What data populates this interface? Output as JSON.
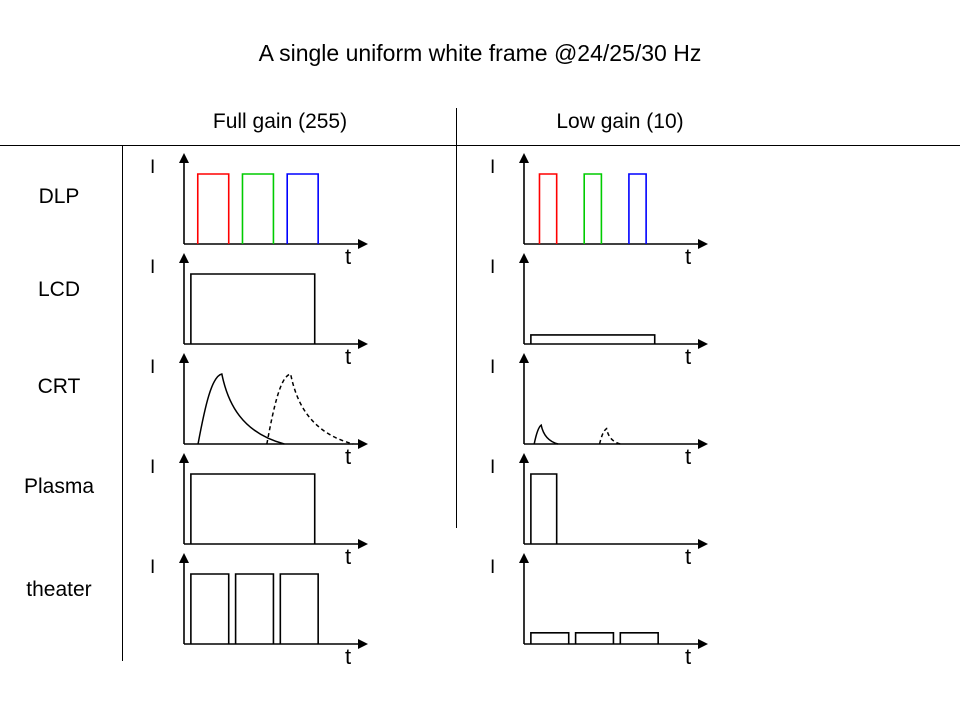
{
  "title": "A single uniform white frame @24/25/30 Hz",
  "columns": [
    {
      "id": "full",
      "label": "Full gain (255)"
    },
    {
      "id": "low",
      "label": "Low gain (10)"
    }
  ],
  "axis": {
    "y_label": "I",
    "x_label": "t"
  },
  "colors": {
    "red": "#ff0000",
    "green": "#00cc00",
    "blue": "#0000ff",
    "black": "#000000"
  },
  "rows": [
    {
      "id": "dlp",
      "label": "DLP"
    },
    {
      "id": "lcd",
      "label": "LCD"
    },
    {
      "id": "crt",
      "label": "CRT"
    },
    {
      "id": "plasma",
      "label": "Plasma"
    },
    {
      "id": "theater",
      "label": "theater"
    }
  ],
  "chart_data": {
    "type": "line",
    "title": "A single uniform white frame @24/25/30 Hz",
    "xlabel": "t",
    "ylabel": "I",
    "grid": false,
    "legend": "none",
    "xlim": [
      0,
      100
    ],
    "ylim": [
      0,
      100
    ],
    "description": "Ten small intensity-vs-time waveform plots arranged as a 5-row (display technology) by 2-column (gain level) grid.",
    "panels": [
      {
        "row": "DLP",
        "column": "Full gain (255)",
        "shape": "pulse-train",
        "pulses": [
          {
            "x_start": 8,
            "x_end": 26,
            "height": 100,
            "color": "#ff0000"
          },
          {
            "x_start": 34,
            "x_end": 52,
            "height": 100,
            "color": "#00cc00"
          },
          {
            "x_start": 60,
            "x_end": 78,
            "height": 100,
            "color": "#0000ff"
          }
        ]
      },
      {
        "row": "DLP",
        "column": "Low gain (10)",
        "shape": "pulse-train",
        "pulses": [
          {
            "x_start": 9,
            "x_end": 19,
            "height": 100,
            "color": "#ff0000"
          },
          {
            "x_start": 35,
            "x_end": 45,
            "height": 100,
            "color": "#00cc00"
          },
          {
            "x_start": 61,
            "x_end": 71,
            "height": 100,
            "color": "#0000ff"
          }
        ]
      },
      {
        "row": "LCD",
        "column": "Full gain (255)",
        "shape": "pulse-train",
        "pulses": [
          {
            "x_start": 4,
            "x_end": 76,
            "height": 100,
            "color": "#000000"
          }
        ]
      },
      {
        "row": "LCD",
        "column": "Low gain (10)",
        "shape": "pulse-train",
        "pulses": [
          {
            "x_start": 4,
            "x_end": 76,
            "height": 13,
            "color": "#000000"
          }
        ]
      },
      {
        "row": "CRT",
        "column": "Full gain (255)",
        "shape": "decay-spike",
        "spikes": [
          {
            "x_peak": 22,
            "height": 100,
            "style": "solid",
            "color": "#000000"
          },
          {
            "x_peak": 62,
            "height": 100,
            "style": "dashed",
            "color": "#000000"
          }
        ]
      },
      {
        "row": "CRT",
        "column": "Low gain (10)",
        "shape": "decay-spike",
        "spikes": [
          {
            "x_peak": 10,
            "height": 27,
            "style": "solid",
            "color": "#000000"
          },
          {
            "x_peak": 48,
            "height": 22,
            "style": "dashed",
            "color": "#000000"
          }
        ]
      },
      {
        "row": "Plasma",
        "column": "Full gain (255)",
        "shape": "pulse-train",
        "pulses": [
          {
            "x_start": 4,
            "x_end": 76,
            "height": 100,
            "color": "#000000"
          }
        ]
      },
      {
        "row": "Plasma",
        "column": "Low gain (10)",
        "shape": "pulse-train",
        "pulses": [
          {
            "x_start": 4,
            "x_end": 19,
            "height": 100,
            "color": "#000000"
          }
        ]
      },
      {
        "row": "theater",
        "column": "Full gain (255)",
        "shape": "pulse-train",
        "pulses": [
          {
            "x_start": 4,
            "x_end": 26,
            "height": 100,
            "color": "#000000"
          },
          {
            "x_start": 30,
            "x_end": 52,
            "height": 100,
            "color": "#000000"
          },
          {
            "x_start": 56,
            "x_end": 78,
            "height": 100,
            "color": "#000000"
          }
        ]
      },
      {
        "row": "theater",
        "column": "Low gain (10)",
        "shape": "pulse-train",
        "pulses": [
          {
            "x_start": 4,
            "x_end": 26,
            "height": 16,
            "color": "#000000"
          },
          {
            "x_start": 30,
            "x_end": 52,
            "height": 16,
            "color": "#000000"
          },
          {
            "x_start": 56,
            "x_end": 78,
            "height": 16,
            "color": "#000000"
          }
        ]
      }
    ]
  }
}
